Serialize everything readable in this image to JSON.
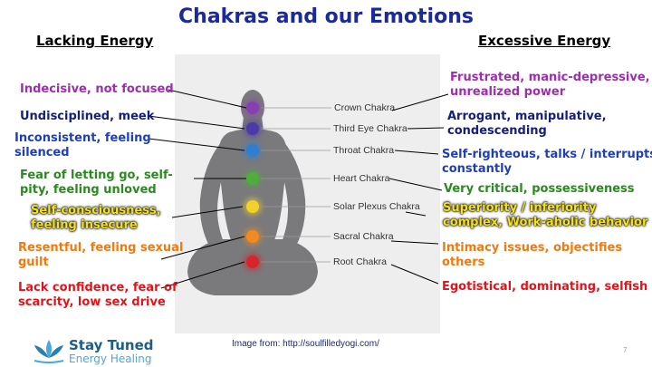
{
  "title": "Chakras and our Emotions",
  "headers": {
    "lacking": "Lacking Energy",
    "excessive": "Excessive Energy"
  },
  "chakras": [
    {
      "name": "Crown Chakra",
      "color": "#8a3fb0"
    },
    {
      "name": "Third Eye Chakra",
      "color": "#4b3aa8"
    },
    {
      "name": "Throat Chakra",
      "color": "#2f7fd0"
    },
    {
      "name": "Heart Chakra",
      "color": "#4fae3b"
    },
    {
      "name": "Solar Plexus Chakra",
      "color": "#f2d12a"
    },
    {
      "name": "Sacral Chakra",
      "color": "#f28a1e"
    },
    {
      "name": "Root Chakra",
      "color": "#d6262b"
    }
  ],
  "lacking": [
    {
      "lines": [
        "Indecisive, not focused"
      ],
      "color": "#9b2fae"
    },
    {
      "lines": [
        "Undisciplined, meek"
      ],
      "color": "#15207a"
    },
    {
      "lines": [
        "Inconsistent, feeling",
        "silenced"
      ],
      "color": "#1f3fb8"
    },
    {
      "lines": [
        "Fear of letting go, self-",
        "pity, feeling unloved"
      ],
      "color": "#2a8a1f"
    },
    {
      "lines": [
        "Self-consciousness,",
        "feeling insecure"
      ],
      "color": "#f5e21c"
    },
    {
      "lines": [
        "Resentful, feeling sexual",
        "guilt"
      ],
      "color": "#ee7a10"
    },
    {
      "lines": [
        "Lack confidence, fear of",
        "scarcity, low sex drive"
      ],
      "color": "#e0141b"
    }
  ],
  "excessive": [
    {
      "lines": [
        "Frustrated, manic-depressive,",
        "unrealized power"
      ],
      "color": "#9b2fae"
    },
    {
      "lines": [
        "Arrogant, manipulative,",
        "condescending"
      ],
      "color": "#15207a"
    },
    {
      "lines": [
        "Self-righteous, talks / interrupts",
        "constantly"
      ],
      "color": "#1f3fb8"
    },
    {
      "lines": [
        "Very critical, possessiveness"
      ],
      "color": "#2a8a1f"
    },
    {
      "lines": [
        "Superiority / inferiority",
        "complex, Work-aholic behavior"
      ],
      "color": "#f5e21c"
    },
    {
      "lines": [
        "Intimacy issues, objectifies",
        "others"
      ],
      "color": "#ee7a10"
    },
    {
      "lines": [
        "Egotistical, dominating, selfish"
      ],
      "color": "#e0141b"
    }
  ],
  "credit": "Image from: http://soulfilledyogi.com/",
  "brand": {
    "name": "Stay Tuned",
    "tagline": "Energy Healing"
  },
  "page_number": "7"
}
